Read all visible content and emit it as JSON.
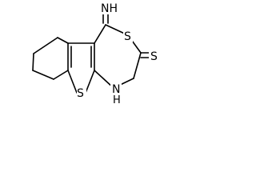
{
  "molecule": {
    "atoms": {
      "imine": "NH",
      "thioether": "S",
      "thiophene_s": "S",
      "amine": "N",
      "amine_h": "H",
      "thione": "S"
    }
  }
}
